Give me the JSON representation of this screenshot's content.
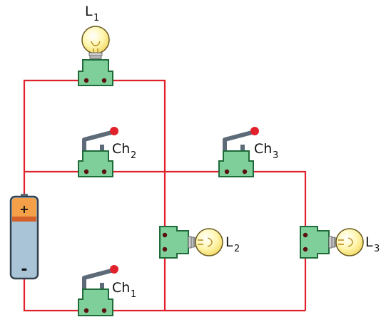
{
  "colors": {
    "wire": "#e0202a",
    "holder_fill": "#7fcf9a",
    "holder_stroke": "#1f6b3a",
    "bulb_glass": "#fff6b0",
    "bulb_filament": "#b38a1a",
    "battery_body": "#a9c4d6",
    "battery_top": "#f4a048",
    "battery_band": "#d4602a",
    "switch_lever": "#5d6b78",
    "knob": "#e0202a"
  },
  "lamps": [
    {
      "id": "L1",
      "letter": "L",
      "sub": "1"
    },
    {
      "id": "L2",
      "letter": "L",
      "sub": "2"
    },
    {
      "id": "L3",
      "letter": "L",
      "sub": "3"
    }
  ],
  "switches": [
    {
      "id": "Ch1",
      "letter": "Ch",
      "sub": "1"
    },
    {
      "id": "Ch2",
      "letter": "Ch",
      "sub": "2"
    },
    {
      "id": "Ch3",
      "letter": "Ch",
      "sub": "3"
    }
  ],
  "battery": {
    "plus": "+",
    "minus": "-"
  },
  "icons": {
    "lamp": "light-bulb-icon",
    "switch": "toggle-switch-icon",
    "battery": "battery-icon"
  }
}
